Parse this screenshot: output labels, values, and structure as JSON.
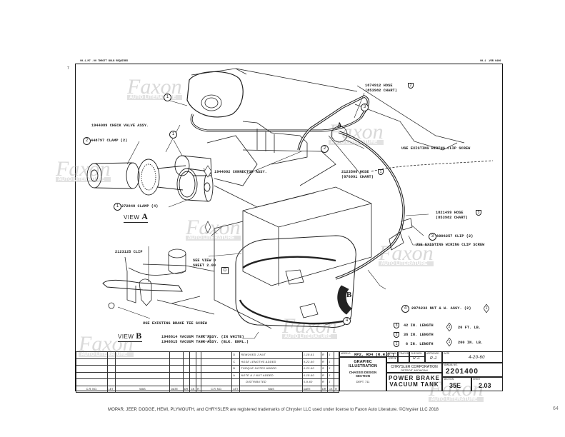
{
  "header": {
    "top_left_note": "90-1-M7  .00 THROTT BULB REQUIRED",
    "top_right_note": "90-1 .VER 0400",
    "margin_mark": "7"
  },
  "callouts": {
    "check_valve": {
      "num": "",
      "text": "1944089 CHECK VALVE ASSY."
    },
    "clamp_2": {
      "num": "2",
      "text": "448797 CLAMP (2)"
    },
    "clamp_4": {
      "num": "1",
      "text": "272848 CLAMP (4)"
    },
    "connector": {
      "torque": "2",
      "text": "1944092 CONNECTOR ASSY."
    },
    "hose_top": {
      "line1": "1674912 HOSE",
      "line2": "(853982 CHART)",
      "length_code": "2"
    },
    "clip_screw_top": "USE EXISTING WIRING CLIP SCREW",
    "hose_mid": {
      "line1": "2123508 HOSE",
      "line2": "(876991 CHART)",
      "length_code": "1"
    },
    "hose_right": {
      "line1": "1821499 HOSE",
      "line2": "(853982 CHART)",
      "length_code": "3"
    },
    "clip_right": {
      "num": "3",
      "text": "6006257 CLIP (2)"
    },
    "clip_screw_right": "USE EXISTING WIRING CLIP SCREW",
    "clip_2123125": "2123125 CLIP",
    "see_view_d": {
      "line1": "SEE VIEW D",
      "line2": "SHEET 2.00",
      "box": "D"
    },
    "brake_tee": "USE EXISTING BRAKE TEE SCREW",
    "nut": {
      "num": "4",
      "text": "2076232 NUT & W. ASSY. (2)",
      "torque": "1"
    },
    "vacuum_white": "1948814 VACUUM TANK ASSY. (IN WHITE)",
    "vacuum_black": "1948815 VACUUM TANK ASSY. (BLK. ENML.)",
    "circle_labels": [
      "1",
      "1",
      "1",
      "2",
      "3",
      "4"
    ],
    "view_letters": [
      "A",
      "B"
    ]
  },
  "views": {
    "view_a": {
      "word": "VIEW",
      "letter": "A"
    },
    "view_b": {
      "word": "VIEW",
      "letter": "B"
    }
  },
  "legend": {
    "lengths": [
      {
        "code": "3",
        "text": "42 IN. LENGTH"
      },
      {
        "code": "2",
        "text": "36 IN. LENGTH"
      },
      {
        "code": "1",
        "text": "6 IN. LENGTH"
      }
    ],
    "torques": [
      {
        "code": "2",
        "text": "20 FT. LB."
      },
      {
        "code": "1",
        "text": "200 IN. LB."
      }
    ]
  },
  "revision_table": {
    "headers": [
      "C.R. NO.",
      "LET",
      "WAS",
      "DATE",
      "DR",
      "CK",
      "R",
      "C.R. NO.",
      "LET",
      "WAS",
      "DATE",
      "DR",
      "CK",
      "R"
    ],
    "rows": [
      {
        "let": "D",
        "was": "REMOVED J NUT",
        "date": "1-18-61",
        "dr": "R",
        "ck": "J"
      },
      {
        "let": "C",
        "was": "HOSE LENGTHS ADDED",
        "date": "9-22-60",
        "dr": "R",
        "ck": "J"
      },
      {
        "let": "B",
        "was": "TORQUE NOTES ADDED",
        "date": "6-23-60",
        "dr": "S",
        "ck": "J"
      },
      {
        "let": "A",
        "was": "NOTE & J NUT ADDED",
        "date": "6-18-60",
        "dr": "R",
        "ck": "J"
      },
      {
        "let": "",
        "was": "DISTRIBUTED",
        "date": "5-9-60",
        "dr": "R",
        "ck": "J"
      }
    ]
  },
  "title_block": {
    "models_label": "MODELS",
    "models": "RP2, RD4 (R.H.D.)",
    "dept_block": {
      "line1": "GRAPHIC",
      "line2": "ILLUSTRATION",
      "line3": "CHASSIS DESIGN",
      "line4": "SECTION",
      "line5": "DEPT. 711"
    },
    "drawn_label": "DRAWN",
    "drawn": "KEW",
    "traced_label": "TRACED",
    "checked_label": "CHECKED",
    "checked": "R.J.",
    "approved_label": "APPROVED",
    "approved": "R.J.",
    "date_label": "DATE",
    "date": "4-20-60",
    "company": "CHRYSLER CORPORATION",
    "location": "DETROIT, MICHIGAN",
    "title_line1": "POWER BRAKE",
    "title_line2": "VACUUM TANK",
    "manual_no_label": "MANUAL NO.",
    "manual_no": "2201400",
    "section_label": "SECTION",
    "section": "35E",
    "sheet_label": "SHEET",
    "sheet": "2.03"
  },
  "watermark": {
    "brand": "Faxon",
    "sub": "AUTO LITERATURE"
  },
  "footer": {
    "trademark": "MOPAR, JEEP, DODGE, HEMI, PLYMOUTH, and CHRYSLER are registered trademarks of Chrysler LLC used under license to Faxon Auto Literature. ©Chrysler LLC 2018",
    "page_number": "64"
  }
}
